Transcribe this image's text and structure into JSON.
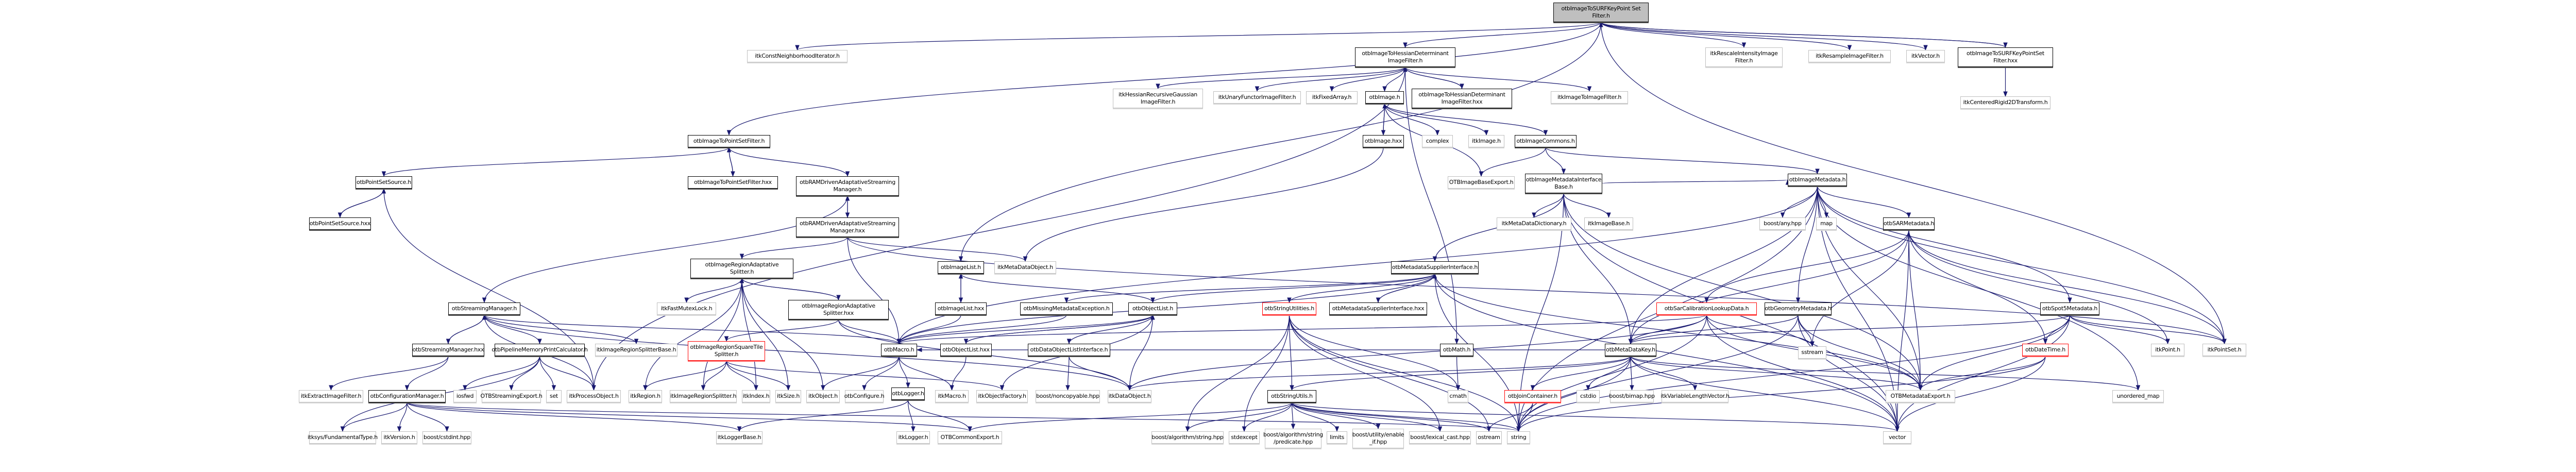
{
  "root": "otbImageToSURFKeyPointSetFilter.h",
  "edge_color": "#191970",
  "nodes": [
    {
      "id": "root",
      "label": "otbImageToSURFKeyPoint Set\nFilter.h",
      "kind": "root"
    },
    {
      "id": "constNeigh",
      "label": "itkConstNeighborhoodIterator.h",
      "kind": "ext"
    },
    {
      "id": "hessDet",
      "label": "otbImageToHessianDeterminant\nImageFilter.h",
      "kind": "local"
    },
    {
      "id": "rescale",
      "label": "itkRescaleIntensityImage\nFilter.h",
      "kind": "ext"
    },
    {
      "id": "resample",
      "label": "itkResampleImageFilter.h",
      "kind": "ext"
    },
    {
      "id": "itkVector",
      "label": "itkVector.h",
      "kind": "ext"
    },
    {
      "id": "surfHxx",
      "label": "otbImageToSURFKeyPointSet\nFilter.hxx",
      "kind": "local"
    },
    {
      "id": "centeredRigid",
      "label": "itkCenteredRigid2DTransform.h",
      "kind": "ext"
    },
    {
      "id": "hessRecGauss",
      "label": "itkHessianRecursiveGaussian\nImageFilter.h",
      "kind": "ext"
    },
    {
      "id": "unaryFunctor",
      "label": "itkUnaryFunctorImageFilter.h",
      "kind": "ext"
    },
    {
      "id": "fixedArray",
      "label": "itkFixedArray.h",
      "kind": "ext"
    },
    {
      "id": "otbImage",
      "label": "otbImage.h",
      "kind": "local"
    },
    {
      "id": "hessDetHxx",
      "label": "otbImageToHessianDeterminant\nImageFilter.hxx",
      "kind": "local"
    },
    {
      "id": "imgToImg",
      "label": "itkImageToImageFilter.h",
      "kind": "ext"
    },
    {
      "id": "imgToPS",
      "label": "otbImageToPointSetFilter.h",
      "kind": "local"
    },
    {
      "id": "otbImageHxx",
      "label": "otbImage.hxx",
      "kind": "local"
    },
    {
      "id": "complex",
      "label": "complex",
      "kind": "ext"
    },
    {
      "id": "itkImage",
      "label": "itkImage.h",
      "kind": "ext"
    },
    {
      "id": "imgCommons",
      "label": "otbImageCommons.h",
      "kind": "local"
    },
    {
      "id": "psSource",
      "label": "otbPointSetSource.h",
      "kind": "local"
    },
    {
      "id": "imgToPSHxx",
      "label": "otbImageToPointSetFilter.hxx",
      "kind": "local"
    },
    {
      "id": "ramH",
      "label": "otbRAMDrivenAdaptativeStreaming\nManager.h",
      "kind": "local"
    },
    {
      "id": "baseExport",
      "label": "OTBImageBaseExport.h",
      "kind": "ext"
    },
    {
      "id": "mdIfaceBase",
      "label": "otbImageMetadataInterface\nBase.h",
      "kind": "local"
    },
    {
      "id": "psSourceHxx",
      "label": "otbPointSetSource.hxx",
      "kind": "local"
    },
    {
      "id": "ramHxx",
      "label": "otbRAMDrivenAdaptativeStreaming\nManager.hxx",
      "kind": "local"
    },
    {
      "id": "mdDict",
      "label": "itkMetaDataDictionary.h",
      "kind": "ext"
    },
    {
      "id": "imageBase",
      "label": "itkImageBase.h",
      "kind": "ext"
    },
    {
      "id": "imgMetadata",
      "label": "otbImageMetadata.h",
      "kind": "local"
    },
    {
      "id": "regAdaptSplit",
      "label": "otbImageRegionAdaptative\nSplitter.h",
      "kind": "local"
    },
    {
      "id": "imageList",
      "label": "otbImageList.h",
      "kind": "local"
    },
    {
      "id": "mdObject",
      "label": "itkMetaDataObject.h",
      "kind": "ext"
    },
    {
      "id": "mdSupplier",
      "label": "otbMetadataSupplierInterface.h",
      "kind": "local"
    },
    {
      "id": "boostAny",
      "label": "boost/any.hpp",
      "kind": "ext"
    },
    {
      "id": "map",
      "label": "map",
      "kind": "ext"
    },
    {
      "id": "sarMetadata",
      "label": "otbSARMetadata.h",
      "kind": "local"
    },
    {
      "id": "streamMgr",
      "label": "otbStreamingManager.h",
      "kind": "local"
    },
    {
      "id": "fastMutex",
      "label": "itkFastMutexLock.h",
      "kind": "ext"
    },
    {
      "id": "regAdaptSplitHxx",
      "label": "otbImageRegionAdaptative\nSplitter.hxx",
      "kind": "local"
    },
    {
      "id": "imageListHxx",
      "label": "otbImageList.hxx",
      "kind": "local"
    },
    {
      "id": "missingMd",
      "label": "otbMissingMetadataException.h",
      "kind": "local"
    },
    {
      "id": "objectList",
      "label": "otbObjectList.h",
      "kind": "local"
    },
    {
      "id": "stringUtilities",
      "label": "otbStringUtilities.h",
      "kind": "red"
    },
    {
      "id": "mdSupplierHxx",
      "label": "otbMetadataSupplierInterface.hxx",
      "kind": "local"
    },
    {
      "id": "sarCalib",
      "label": "otbSarCalibrationLookupData.h",
      "kind": "red"
    },
    {
      "id": "geomMetadata",
      "label": "otbGeometryMetadata.h",
      "kind": "local"
    },
    {
      "id": "spot5Metadata",
      "label": "otbSpot5Metadata.h",
      "kind": "local"
    },
    {
      "id": "streamMgrHxx",
      "label": "otbStreamingManager.hxx",
      "kind": "local"
    },
    {
      "id": "pipelineMem",
      "label": "otbPipelineMemoryPrintCalculator.h",
      "kind": "local"
    },
    {
      "id": "regSplitterBase",
      "label": "itkImageRegionSplitterBase.h",
      "kind": "ext"
    },
    {
      "id": "squareTile",
      "label": "otbImageRegionSquareTile\nSplitter.h",
      "kind": "red"
    },
    {
      "id": "otbMacro",
      "label": "otbMacro.h",
      "kind": "local"
    },
    {
      "id": "objectListHxx",
      "label": "otbObjectList.hxx",
      "kind": "local"
    },
    {
      "id": "dataObjListIface",
      "label": "otbDataObjectListInterface.h",
      "kind": "local"
    },
    {
      "id": "otbMath",
      "label": "otbMath.h",
      "kind": "local"
    },
    {
      "id": "metaDataKey",
      "label": "otbMetaDataKey.h",
      "kind": "local"
    },
    {
      "id": "dateTime",
      "label": "otbDateTime.h",
      "kind": "red"
    },
    {
      "id": "itkPoint",
      "label": "itkPoint.h",
      "kind": "ext"
    },
    {
      "id": "itkPointSet",
      "label": "itkPointSet.h",
      "kind": "ext"
    },
    {
      "id": "extractImg",
      "label": "itkExtractImageFilter.h",
      "kind": "ext"
    },
    {
      "id": "configMgr",
      "label": "otbConfigurationManager.h",
      "kind": "local"
    },
    {
      "id": "iosfwd",
      "label": "iosfwd",
      "kind": "ext"
    },
    {
      "id": "streamingExport",
      "label": "OTBStreamingExport.h",
      "kind": "ext"
    },
    {
      "id": "set",
      "label": "set",
      "kind": "ext"
    },
    {
      "id": "processObject",
      "label": "itkProcessObject.h",
      "kind": "ext"
    },
    {
      "id": "itkRegion",
      "label": "itkRegion.h",
      "kind": "ext"
    },
    {
      "id": "regSplitter",
      "label": "itkImageRegionSplitter.h",
      "kind": "ext"
    },
    {
      "id": "itkIndex",
      "label": "itkIndex.h",
      "kind": "ext"
    },
    {
      "id": "itkSize",
      "label": "itkSize.h",
      "kind": "ext"
    },
    {
      "id": "itkObject",
      "label": "itkObject.h",
      "kind": "ext"
    },
    {
      "id": "otbConfigure",
      "label": "otbConfigure.h",
      "kind": "ext"
    },
    {
      "id": "otbLogger",
      "label": "otbLogger.h",
      "kind": "local"
    },
    {
      "id": "itkMacro",
      "label": "itkMacro.h",
      "kind": "ext"
    },
    {
      "id": "objectFactory",
      "label": "itkObjectFactory.h",
      "kind": "ext"
    },
    {
      "id": "noncopyable",
      "label": "boost/noncopyable.hpp",
      "kind": "ext"
    },
    {
      "id": "dataObject",
      "label": "itkDataObject.h",
      "kind": "ext"
    },
    {
      "id": "stringUtils",
      "label": "otbStringUtils.h",
      "kind": "local"
    },
    {
      "id": "cmath",
      "label": "cmath",
      "kind": "ext"
    },
    {
      "id": "joinContainer",
      "label": "otbJoinContainer.h",
      "kind": "red"
    },
    {
      "id": "cstdio",
      "label": "cstdio",
      "kind": "ext"
    },
    {
      "id": "bimap",
      "label": "boost/bimap.hpp",
      "kind": "ext"
    },
    {
      "id": "varLenVec",
      "label": "itkVariableLengthVector.h",
      "kind": "ext"
    },
    {
      "id": "mdExport",
      "label": "OTBMetadataExport.h",
      "kind": "ext"
    },
    {
      "id": "unorderedMap",
      "label": "unordered_map",
      "kind": "ext"
    },
    {
      "id": "sstream",
      "label": "sstream",
      "kind": "ext"
    },
    {
      "id": "fundType",
      "label": "itksys/FundamentalType.h",
      "kind": "ext"
    },
    {
      "id": "itkVersion",
      "label": "itkVersion.h",
      "kind": "ext"
    },
    {
      "id": "cstdint",
      "label": "boost/cstdint.hpp",
      "kind": "ext"
    },
    {
      "id": "loggerBase",
      "label": "itkLoggerBase.h",
      "kind": "ext"
    },
    {
      "id": "itkLogger",
      "label": "itkLogger.h",
      "kind": "ext"
    },
    {
      "id": "commonExport",
      "label": "OTBCommonExport.h",
      "kind": "ext"
    },
    {
      "id": "boostString",
      "label": "boost/algorithm/string.hpp",
      "kind": "ext"
    },
    {
      "id": "stdexcept",
      "label": "stdexcept",
      "kind": "ext"
    },
    {
      "id": "predicate",
      "label": "boost/algorithm/string\n/predicate.hpp",
      "kind": "ext"
    },
    {
      "id": "limits",
      "label": "limits",
      "kind": "ext"
    },
    {
      "id": "enableIf",
      "label": "boost/utility/enable\n_if.hpp",
      "kind": "ext"
    },
    {
      "id": "lexicalCast",
      "label": "boost/lexical_cast.hpp",
      "kind": "ext"
    },
    {
      "id": "ostream",
      "label": "ostream",
      "kind": "ext"
    },
    {
      "id": "string",
      "label": "string",
      "kind": "ext"
    },
    {
      "id": "vector",
      "label": "vector",
      "kind": "ext"
    }
  ],
  "edges": [
    [
      "root",
      "constNeigh"
    ],
    [
      "root",
      "hessDet"
    ],
    [
      "root",
      "rescale"
    ],
    [
      "root",
      "resample"
    ],
    [
      "root",
      "itkVector"
    ],
    [
      "root",
      "surfHxx"
    ],
    [
      "root",
      "imgToPS"
    ],
    [
      "root",
      "imageList"
    ],
    [
      "root",
      "itkPointSet"
    ],
    [
      "surfHxx",
      "root"
    ],
    [
      "surfHxx",
      "centeredRigid"
    ],
    [
      "hessDet",
      "hessRecGauss"
    ],
    [
      "hessDet",
      "unaryFunctor"
    ],
    [
      "hessDet",
      "fixedArray"
    ],
    [
      "hessDet",
      "otbImage"
    ],
    [
      "hessDet",
      "hessDetHxx"
    ],
    [
      "hessDet",
      "imgToImg"
    ],
    [
      "hessDet",
      "otbMath"
    ],
    [
      "hessDet",
      "processObject"
    ],
    [
      "hessDetHxx",
      "hessDet"
    ],
    [
      "otbImage",
      "otbImageHxx"
    ],
    [
      "otbImage",
      "complex"
    ],
    [
      "otbImage",
      "itkImage"
    ],
    [
      "otbImage",
      "imgCommons"
    ],
    [
      "otbImage",
      "baseExport"
    ],
    [
      "otbImageHxx",
      "otbImage"
    ],
    [
      "otbImageHxx",
      "mdObject"
    ],
    [
      "imgCommons",
      "baseExport"
    ],
    [
      "imgCommons",
      "mdIfaceBase"
    ],
    [
      "imgCommons",
      "imgMetadata"
    ],
    [
      "mdIfaceBase",
      "mdDict"
    ],
    [
      "mdIfaceBase",
      "imageBase"
    ],
    [
      "mdIfaceBase",
      "mdSupplier"
    ],
    [
      "mdIfaceBase",
      "imgMetadata"
    ],
    [
      "mdIfaceBase",
      "metaDataKey"
    ],
    [
      "mdIfaceBase",
      "string"
    ],
    [
      "mdIfaceBase",
      "mdExport"
    ],
    [
      "mdIfaceBase",
      "vector"
    ],
    [
      "imgToPS",
      "psSource"
    ],
    [
      "imgToPS",
      "imgToPSHxx"
    ],
    [
      "imgToPS",
      "ramH"
    ],
    [
      "imgToPSHxx",
      "imgToPS"
    ],
    [
      "psSource",
      "psSourceHxx"
    ],
    [
      "psSource",
      "processObject"
    ],
    [
      "psSourceHxx",
      "psSource"
    ],
    [
      "ramH",
      "ramHxx"
    ],
    [
      "ramH",
      "streamMgr"
    ],
    [
      "ramHxx",
      "ramH"
    ],
    [
      "ramHxx",
      "regAdaptSplit"
    ],
    [
      "ramHxx",
      "mdObject"
    ],
    [
      "ramHxx",
      "otbMacro"
    ],
    [
      "ramHxx",
      "itkPointSet"
    ],
    [
      "imgMetadata",
      "boostAny"
    ],
    [
      "imgMetadata",
      "map"
    ],
    [
      "imgMetadata",
      "sarMetadata"
    ],
    [
      "imgMetadata",
      "geomMetadata"
    ],
    [
      "imgMetadata",
      "spot5Metadata"
    ],
    [
      "imgMetadata",
      "metaDataKey"
    ],
    [
      "imgMetadata",
      "otbMacro"
    ],
    [
      "imgMetadata",
      "mdExport"
    ],
    [
      "imgMetadata",
      "string"
    ],
    [
      "imgMetadata",
      "vector"
    ],
    [
      "imgMetadata",
      "unorderedMap"
    ],
    [
      "imgMetadata",
      "itkPointSet"
    ],
    [
      "sarMetadata",
      "sarCalib"
    ],
    [
      "sarMetadata",
      "metaDataKey"
    ],
    [
      "sarMetadata",
      "dateTime"
    ],
    [
      "sarMetadata",
      "itkPoint"
    ],
    [
      "sarMetadata",
      "itkPointSet"
    ],
    [
      "sarMetadata",
      "mdExport"
    ],
    [
      "sarMetadata",
      "vector"
    ],
    [
      "sarMetadata",
      "sstream"
    ],
    [
      "regAdaptSplit",
      "fastMutex"
    ],
    [
      "regAdaptSplit",
      "regAdaptSplitHxx"
    ],
    [
      "regAdaptSplit",
      "itkRegion"
    ],
    [
      "regAdaptSplit",
      "regSplitter"
    ],
    [
      "regAdaptSplit",
      "itkIndex"
    ],
    [
      "regAdaptSplit",
      "itkSize"
    ],
    [
      "regAdaptSplit",
      "itkObject"
    ],
    [
      "regAdaptSplitHxx",
      "regAdaptSplit"
    ],
    [
      "regAdaptSplitHxx",
      "squareTile"
    ],
    [
      "regAdaptSplitHxx",
      "otbMacro"
    ],
    [
      "regAdaptSplitHxx",
      "dataObject"
    ],
    [
      "imageList",
      "imageListHxx"
    ],
    [
      "imageList",
      "objectList"
    ],
    [
      "imageListHxx",
      "imageList"
    ],
    [
      "imageListHxx",
      "otbMacro"
    ],
    [
      "mdSupplier",
      "stringUtilities"
    ],
    [
      "mdSupplier",
      "mdSupplierHxx"
    ],
    [
      "mdSupplier",
      "objectList"
    ],
    [
      "mdSupplier",
      "otbMacro"
    ],
    [
      "mdSupplier",
      "missingMd"
    ],
    [
      "mdSupplier",
      "string"
    ],
    [
      "mdSupplier",
      "vector"
    ],
    [
      "mdSupplier",
      "mdExport"
    ],
    [
      "mdSupplierHxx",
      "mdSupplier"
    ],
    [
      "missingMd",
      "otbMacro"
    ],
    [
      "objectList",
      "objectListHxx"
    ],
    [
      "objectList",
      "dataObjListIface"
    ],
    [
      "objectList",
      "dataObject"
    ],
    [
      "objectList",
      "otbMacro"
    ],
    [
      "objectList",
      "objectFactory"
    ],
    [
      "objectListHxx",
      "objectList"
    ],
    [
      "objectListHxx",
      "itkMacro"
    ],
    [
      "dataObjListIface",
      "noncopyable"
    ],
    [
      "dataObjListIface",
      "dataObject"
    ],
    [
      "stringUtilities",
      "stringUtils"
    ],
    [
      "stringUtilities",
      "boostString"
    ],
    [
      "stringUtilities",
      "stdexcept"
    ],
    [
      "stringUtilities",
      "string"
    ],
    [
      "stringUtilities",
      "cmath"
    ],
    [
      "stringUtilities",
      "ostream"
    ],
    [
      "stringUtilities",
      "lexicalCast"
    ],
    [
      "streamMgr",
      "streamMgrHxx"
    ],
    [
      "streamMgr",
      "pipelineMem"
    ],
    [
      "streamMgr",
      "regSplitterBase"
    ],
    [
      "streamMgr",
      "processObject"
    ],
    [
      "streamMgr",
      "otbMacro"
    ],
    [
      "streamMgr",
      "dataObject"
    ],
    [
      "streamMgrHxx",
      "streamMgr"
    ],
    [
      "streamMgrHxx",
      "extractImg"
    ],
    [
      "streamMgrHxx",
      "configMgr"
    ],
    [
      "pipelineMem",
      "iosfwd"
    ],
    [
      "pipelineMem",
      "streamingExport"
    ],
    [
      "pipelineMem",
      "set"
    ],
    [
      "pipelineMem",
      "processObject"
    ],
    [
      "pipelineMem",
      "fundType"
    ],
    [
      "squareTile",
      "itkRegion"
    ],
    [
      "squareTile",
      "regSplitter"
    ],
    [
      "squareTile",
      "itkIndex"
    ],
    [
      "squareTile",
      "itkSize"
    ],
    [
      "squareTile",
      "objectFactory"
    ],
    [
      "otbMacro",
      "itkObject"
    ],
    [
      "otbMacro",
      "otbConfigure"
    ],
    [
      "otbMacro",
      "otbLogger"
    ],
    [
      "otbMacro",
      "itkMacro"
    ],
    [
      "otbLogger",
      "itkLogger"
    ],
    [
      "otbLogger",
      "commonExport"
    ],
    [
      "otbLogger",
      "loggerBase"
    ],
    [
      "configMgr",
      "fundType"
    ],
    [
      "configMgr",
      "itkVersion"
    ],
    [
      "configMgr",
      "cstdint"
    ],
    [
      "configMgr",
      "loggerBase"
    ],
    [
      "configMgr",
      "commonExport"
    ],
    [
      "configMgr",
      "string"
    ],
    [
      "otbMath",
      "cmath"
    ],
    [
      "metaDataKey",
      "stringUtils"
    ],
    [
      "metaDataKey",
      "joinContainer"
    ],
    [
      "metaDataKey",
      "cstdio"
    ],
    [
      "metaDataKey",
      "bimap"
    ],
    [
      "metaDataKey",
      "varLenVec"
    ],
    [
      "metaDataKey",
      "mdExport"
    ],
    [
      "metaDataKey",
      "string"
    ],
    [
      "metaDataKey",
      "dataObject"
    ],
    [
      "metaDataKey",
      "vector"
    ],
    [
      "metaDataKey",
      "unorderedMap"
    ],
    [
      "metaDataKey",
      "otbMacro"
    ],
    [
      "stringUtils",
      "boostString"
    ],
    [
      "stringUtils",
      "stdexcept"
    ],
    [
      "stringUtils",
      "predicate"
    ],
    [
      "stringUtils",
      "limits"
    ],
    [
      "stringUtils",
      "enableIf"
    ],
    [
      "stringUtils",
      "lexicalCast"
    ],
    [
      "stringUtils",
      "ostream"
    ],
    [
      "stringUtils",
      "string"
    ],
    [
      "stringUtils",
      "vector"
    ],
    [
      "stringUtils",
      "commonExport"
    ],
    [
      "joinContainer",
      "ostream"
    ],
    [
      "joinContainer",
      "string"
    ],
    [
      "sarCalib",
      "otbMacro"
    ],
    [
      "sarCalib",
      "dataObject"
    ],
    [
      "sarCalib",
      "mdExport"
    ],
    [
      "sarCalib",
      "vector"
    ],
    [
      "sarCalib",
      "string"
    ],
    [
      "sarCalib",
      "metaDataKey"
    ],
    [
      "sarCalib",
      "sstream"
    ],
    [
      "geomMetadata",
      "sstream"
    ],
    [
      "geomMetadata",
      "mdExport"
    ],
    [
      "geomMetadata",
      "vector"
    ],
    [
      "geomMetadata",
      "metaDataKey"
    ],
    [
      "geomMetadata",
      "string"
    ],
    [
      "spot5Metadata",
      "dateTime"
    ],
    [
      "spot5Metadata",
      "mdExport"
    ],
    [
      "spot5Metadata",
      "itkPoint"
    ],
    [
      "spot5Metadata",
      "itkPointSet"
    ],
    [
      "spot5Metadata",
      "vector"
    ],
    [
      "spot5Metadata",
      "metaDataKey"
    ],
    [
      "spot5Metadata",
      "string"
    ],
    [
      "dateTime",
      "mdExport"
    ],
    [
      "dateTime",
      "vector"
    ],
    [
      "dateTime",
      "string"
    ]
  ]
}
